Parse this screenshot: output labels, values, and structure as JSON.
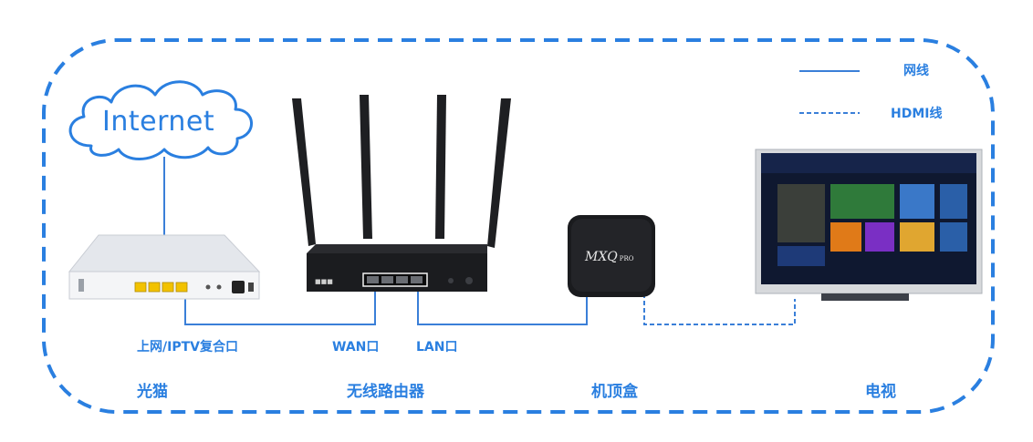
{
  "cloud": {
    "label": "Internet"
  },
  "legend": {
    "ethernet_label": "网线",
    "hdmi_label": "HDMI线"
  },
  "ports": {
    "modem_port": "上网/IPTV复合口",
    "wan_port": "WAN口",
    "lan_port": "LAN口"
  },
  "devices": {
    "modem": "光猫",
    "router": "无线路由器",
    "settop_box": "机顶盒",
    "tv": "电视"
  },
  "settop_logo": {
    "brand": "MXQ",
    "model": "PRO"
  },
  "colors": {
    "accent": "#2a7fe0",
    "line": "#3a7fd8",
    "device_dark": "#1e1f22",
    "modem_body": "#eef0f3",
    "port_yellow": "#f2c200"
  }
}
